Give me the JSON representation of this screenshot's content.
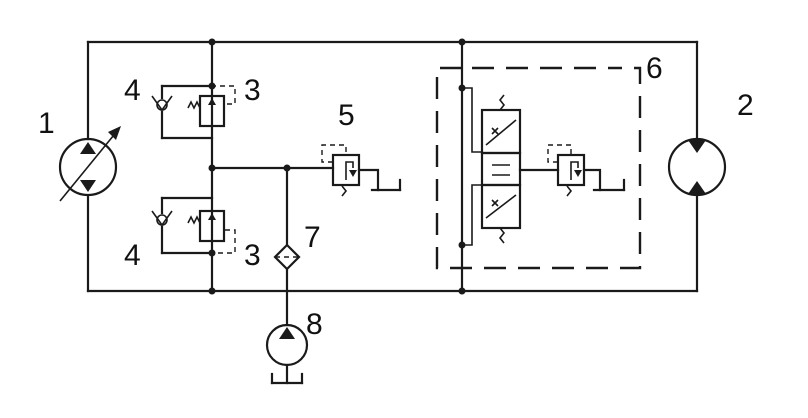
{
  "labels": {
    "pump_main": "1",
    "motor": "2",
    "relief_top": "3",
    "relief_bottom": "3",
    "check_top": "4",
    "check_bottom": "4",
    "relief_charge": "5",
    "shuttle_block": "6",
    "filter": "7",
    "charge_pump": "8"
  }
}
